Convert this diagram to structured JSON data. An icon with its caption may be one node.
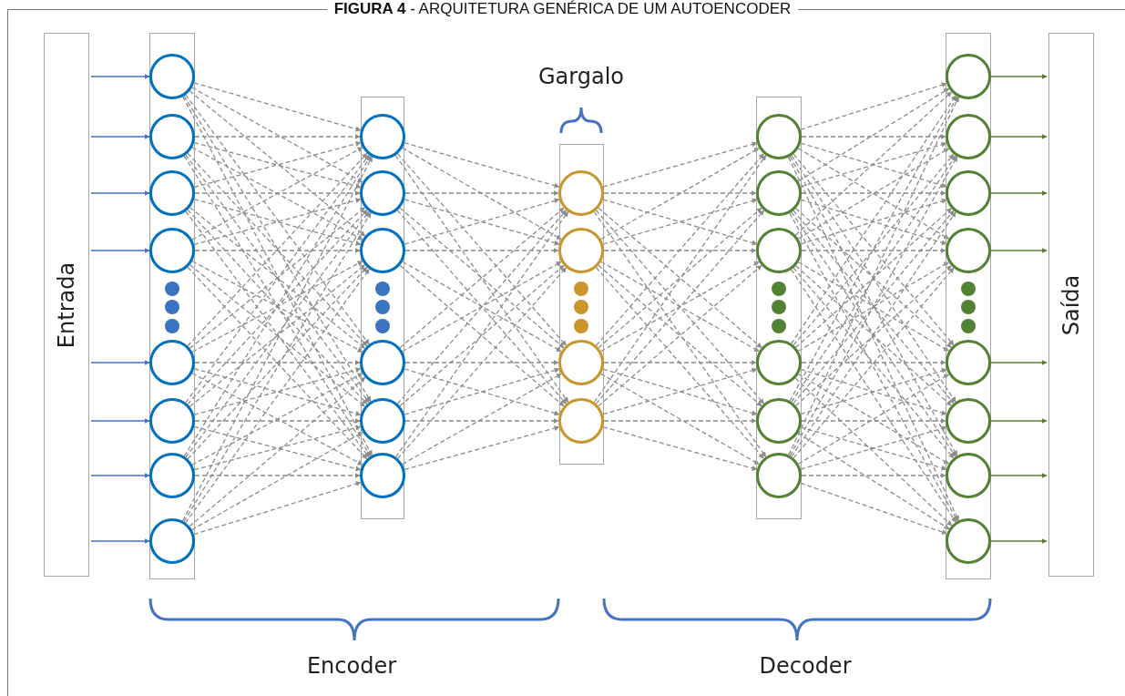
{
  "diagram": {
    "title": "**FIGURA 4** - ARQUITETURA GENÉRICA DE UM AUTOENCODER",
    "nodes": [
      {
        "text": [
          "Entrada"
        ]
      },
      {
        "text": [],
        "shape": "box"
      },
      {
        "text": [],
        "shape": "circle",
        "in": 1
      },
      {
        "text": [],
        "shape": "circle",
        "in": 1
      },
      {
        "text": [],
        "shape": "circle",
        "in": 1
      },
      {
        "text": [],
        "shape": "circle",
        "in": 1
      },
      {
        "text": [],
        "shape": "circle",
        "in": 1
      },
      {
        "text": [],
        "shape": "circle",
        "in": 1
      },
      {
        "text": [],
        "shape": "circle",
        "in": 1
      },
      {
        "text": [],
        "shape": "circle",
        "in": 1
      },
      {
        "text": [],
        "shape": "box"
      },
      {
        "text": [],
        "shape": "circle",
        "in": 10
      },
      {
        "text": [],
        "shape": "circle",
        "in": 10
      },
      {
        "text": [],
        "shape": "circle",
        "in": 10
      },
      {
        "text": [],
        "shape": "circle",
        "in": 10
      },
      {
        "text": [],
        "shape": "circle",
        "in": 10
      },
      {
        "text": [],
        "shape": "circle",
        "in": 10
      },
      {
        "text": [],
        "shape": "box"
      },
      {
        "text": [],
        "shape": "circle",
        "in": 17
      },
      {
        "text": [],
        "shape": "circle",
        "in": 17
      },
      {
        "text": [],
        "shape": "circle",
        "in": 17
      },
      {
        "text": [],
        "shape": "circle",
        "in": 17
      },
      {
        "text": [],
        "shape": "box"
      },
      {
        "text": [],
        "shape": "circle",
        "in": 22
      },
      {
        "text": [],
        "shape": "circle",
        "in": 22
      },
      {
        "text": [],
        "shape": "circle",
        "in": 22
      },
      {
        "text": [],
        "shape": "circle",
        "in": 22
      },
      {
        "text": [],
        "shape": "circle",
        "in": 22
      },
      {
        "text": [],
        "shape": "circle",
        "in": 22
      },
      {
        "text": [],
        "shape": "box"
      },
      {
        "text": [],
        "shape": "circle",
        "in": 29
      },
      {
        "text": [],
        "shape": "circle",
        "in": 29
      },
      {
        "text": [],
        "shape": "circle",
        "in": 29
      },
      {
        "text": [],
        "shape": "circle",
        "in": 29
      },
      {
        "text": [],
        "shape": "circle",
        "in": 29
      },
      {
        "text": [],
        "shape": "circle",
        "in": 29
      },
      {
        "text": [],
        "shape": "circle",
        "in": 29
      },
      {
        "text": [],
        "shape": "circle",
        "in": 29
      },
      {
        "text": [
          "Saída"
        ]
      }
    ],
    "edges": [
      {
        "from": 0,
        "to": 2,
        "arrow": "to",
        "color": "#4472c4"
      },
      {
        "from": 0,
        "to": 3,
        "arrow": "to",
        "color": "#4472c4"
      },
      {
        "from": 0,
        "to": 4,
        "arrow": "to",
        "color": "#4472c4"
      },
      {
        "from": 0,
        "to": 5,
        "arrow": "to",
        "color": "#4472c4"
      },
      {
        "from": 0,
        "to": 6,
        "arrow": "to",
        "color": "#4472c4"
      },
      {
        "from": 0,
        "to": 7,
        "arrow": "to",
        "color": "#4472c4"
      },
      {
        "from": 0,
        "to": 8,
        "arrow": "to",
        "color": "#4472c4"
      },
      {
        "from": 0,
        "to": 9,
        "arrow": "to",
        "color": "#4472c4"
      },
      {
        "from": 2,
        "to": 11,
        "arrow": "to",
        "style": "dashed"
      },
      {
        "from": 2,
        "to": 12,
        "arrow": "to",
        "style": "dashed"
      },
      {
        "from": 2,
        "to": 13,
        "arrow": "to",
        "style": "dashed"
      },
      {
        "from": 2,
        "to": 14,
        "arrow": "to",
        "style": "dashed"
      },
      {
        "from": 2,
        "to": 15,
        "arrow": "to",
        "style": "dashed"
      },
      {
        "from": 2,
        "to": 16,
        "arrow": "to",
        "style": "dashed"
      },
      {
        "from": 3,
        "to": 11,
        "arrow": "to",
        "style": "dashed"
      },
      {
        "from": 3,
        "to": 12,
        "arrow": "to",
        "style": "dashed"
      },
      {
        "from": 3,
        "to": 13,
        "arrow": "to",
        "style": "dashed"
      },
      {
        "from": 3,
        "to": 14,
        "arrow": "to",
        "style": "dashed"
      },
      {
        "from": 3,
        "to": 15,
        "arrow": "to",
        "style": "dashed"
      },
      {
        "from": 3,
        "to": 16,
        "arrow": "to",
        "style": "dashed"
      },
      {
        "from": 4,
        "to": 11,
        "arrow": "to",
        "style": "dashed"
      },
      {
        "from": 4,
        "to": 12,
        "arrow": "to",
        "style": "dashed"
      },
      {
        "from": 4,
        "to": 13,
        "arrow": "to",
        "style": "dashed"
      },
      {
        "from": 4,
        "to": 14,
        "arrow": "to",
        "style": "dashed"
      },
      {
        "from": 4,
        "to": 15,
        "arrow": "to",
        "style": "dashed"
      },
      {
        "from": 4,
        "to": 16,
        "arrow": "to",
        "style": "dashed"
      },
      {
        "from": 5,
        "to": 11,
        "arrow": "to",
        "style": "dashed"
      },
      {
        "from": 5,
        "to": 12,
        "arrow": "to",
        "style": "dashed"
      },
      {
        "from": 5,
        "to": 13,
        "arrow": "to",
        "style": "dashed"
      },
      {
        "from": 5,
        "to": 14,
        "arrow": "to",
        "style": "dashed"
      },
      {
        "from": 5,
        "to": 15,
        "arrow": "to",
        "style": "dashed"
      },
      {
        "from": 5,
        "to": 16,
        "arrow": "to",
        "style": "dashed"
      },
      {
        "from": 6,
        "to": 11,
        "arrow": "to",
        "style": "dashed"
      },
      {
        "from": 6,
        "to": 12,
        "arrow": "to",
        "style": "dashed"
      },
      {
        "from": 6,
        "to": 13,
        "arrow": "to",
        "style": "dashed"
      },
      {
        "from": 6,
        "to": 14,
        "arrow": "to",
        "style": "dashed"
      },
      {
        "from": 6,
        "to": 15,
        "arrow": "to",
        "style": "dashed"
      },
      {
        "from": 6,
        "to": 16,
        "arrow": "to",
        "style": "dashed"
      },
      {
        "from": 7,
        "to": 11,
        "arrow": "to",
        "style": "dashed"
      },
      {
        "from": 7,
        "to": 12,
        "arrow": "to",
        "style": "dashed"
      },
      {
        "from": 7,
        "to": 13,
        "arrow": "to",
        "style": "dashed"
      },
      {
        "from": 7,
        "to": 14,
        "arrow": "to",
        "style": "dashed"
      },
      {
        "from": 7,
        "to": 15,
        "arrow": "to",
        "style": "dashed"
      },
      {
        "from": 7,
        "to": 16,
        "arrow": "to",
        "style": "dashed"
      },
      {
        "from": 8,
        "to": 11,
        "arrow": "to",
        "style": "dashed"
      },
      {
        "from": 8,
        "to": 12,
        "arrow": "to",
        "style": "dashed"
      },
      {
        "from": 8,
        "to": 13,
        "arrow": "to",
        "style": "dashed"
      },
      {
        "from": 8,
        "to": 14,
        "arrow": "to",
        "style": "dashed"
      },
      {
        "from": 8,
        "to": 15,
        "arrow": "to",
        "style": "dashed"
      },
      {
        "from": 8,
        "to": 16,
        "arrow": "to",
        "style": "dashed"
      },
      {
        "from": 9,
        "to": 11,
        "arrow": "to",
        "style": "dashed"
      },
      {
        "from": 9,
        "to": 12,
        "arrow": "to",
        "style": "dashed"
      },
      {
        "from": 9,
        "to": 13,
        "arrow": "to",
        "style": "dashed"
      },
      {
        "from": 9,
        "to": 14,
        "arrow": "to",
        "style": "dashed"
      },
      {
        "from": 9,
        "to": 15,
        "arrow": "to",
        "style": "dashed"
      },
      {
        "from": 9,
        "to": 16,
        "arrow": "to",
        "style": "dashed"
      },
      {
        "from": 11,
        "to": 18,
        "arrow": "to",
        "style": "dashed"
      },
      {
        "from": 11,
        "to": 19,
        "arrow": "to",
        "style": "dashed"
      },
      {
        "from": 11,
        "to": 20,
        "arrow": "to",
        "style": "dashed"
      },
      {
        "from": 11,
        "to": 21,
        "arrow": "to",
        "style": "dashed"
      },
      {
        "from": 12,
        "to": 18,
        "arrow": "to",
        "style": "dashed"
      },
      {
        "from": 12,
        "to": 19,
        "arrow": "to",
        "style": "dashed"
      },
      {
        "from": 12,
        "to": 20,
        "arrow": "to",
        "style": "dashed"
      },
      {
        "from": 12,
        "to": 21,
        "arrow": "to",
        "style": "dashed"
      },
      {
        "from": 13,
        "to": 18,
        "arrow": "to",
        "style": "dashed"
      },
      {
        "from": 13,
        "to": 19,
        "arrow": "to",
        "style": "dashed"
      },
      {
        "from": 13,
        "to": 20,
        "arrow": "to",
        "style": "dashed"
      },
      {
        "from": 13,
        "to": 21,
        "arrow": "to",
        "style": "dashed"
      },
      {
        "from": 14,
        "to": 18,
        "arrow": "to",
        "style": "dashed"
      },
      {
        "from": 14,
        "to": 19,
        "arrow": "to",
        "style": "dashed"
      },
      {
        "from": 14,
        "to": 20,
        "arrow": "to",
        "style": "dashed"
      },
      {
        "from": 14,
        "to": 21,
        "arrow": "to",
        "style": "dashed"
      },
      {
        "from": 15,
        "to": 18,
        "arrow": "to",
        "style": "dashed"
      },
      {
        "from": 15,
        "to": 19,
        "arrow": "to",
        "style": "dashed"
      },
      {
        "from": 15,
        "to": 20,
        "arrow": "to",
        "style": "dashed"
      },
      {
        "from": 15,
        "to": 21,
        "arrow": "to",
        "style": "dashed"
      },
      {
        "from": 16,
        "to": 18,
        "arrow": "to",
        "style": "dashed"
      },
      {
        "from": 16,
        "to": 19,
        "arrow": "to",
        "style": "dashed"
      },
      {
        "from": 16,
        "to": 20,
        "arrow": "to",
        "style": "dashed"
      },
      {
        "from": 16,
        "to": 21,
        "arrow": "to",
        "style": "dashed"
      },
      {
        "from": 18,
        "to": 23,
        "arrow": "to",
        "style": "dashed"
      },
      {
        "from": 18,
        "to": 24,
        "arrow": "to",
        "style": "dashed"
      },
      {
        "from": 18,
        "to": 25,
        "arrow": "to",
        "style": "dashed"
      },
      {
        "from": 18,
        "to": 26,
        "arrow": "to",
        "style": "dashed"
      },
      {
        "from": 18,
        "to": 27,
        "arrow": "to",
        "style": "dashed"
      },
      {
        "from": 18,
        "to": 28,
        "arrow": "to",
        "style": "dashed"
      },
      {
        "from": 19,
        "to": 23,
        "arrow": "to",
        "style": "dashed"
      },
      {
        "from": 19,
        "to": 24,
        "arrow": "to",
        "style": "dashed"
      },
      {
        "from": 19,
        "to": 25,
        "arrow": "to",
        "style": "dashed"
      },
      {
        "from": 19,
        "to": 26,
        "arrow": "to",
        "style": "dashed"
      },
      {
        "from": 19,
        "to": 27,
        "arrow": "to",
        "style": "dashed"
      },
      {
        "from": 19,
        "to": 28,
        "arrow": "to",
        "style": "dashed"
      },
      {
        "from": 20,
        "to": 23,
        "arrow": "to",
        "style": "dashed"
      },
      {
        "from": 20,
        "to": 24,
        "arrow": "to",
        "style": "dashed"
      },
      {
        "from": 20,
        "to": 25,
        "arrow": "to",
        "style": "dashed"
      },
      {
        "from": 20,
        "to": 26,
        "arrow": "to",
        "style": "dashed"
      },
      {
        "from": 20,
        "to": 27,
        "arrow": "to",
        "style": "dashed"
      },
      {
        "from": 20,
        "to": 28,
        "arrow": "to",
        "style": "dashed"
      },
      {
        "from": 21,
        "to": 23,
        "arrow": "to",
        "style": "dashed"
      },
      {
        "from": 21,
        "to": 24,
        "arrow": "to",
        "style": "dashed"
      },
      {
        "from": 21,
        "to": 25,
        "arrow": "to",
        "style": "dashed"
      },
      {
        "from": 21,
        "to": 26,
        "arrow": "to",
        "style": "dashed"
      },
      {
        "from": 21,
        "to": 27,
        "arrow": "to",
        "style": "dashed"
      },
      {
        "from": 21,
        "to": 28,
        "arrow": "to",
        "style": "dashed"
      },
      {
        "from": 23,
        "to": 30,
        "arrow": "to",
        "style": "dashed"
      },
      {
        "from": 23,
        "to": 31,
        "arrow": "to",
        "style": "dashed"
      },
      {
        "from": 23,
        "to": 32,
        "arrow": "to",
        "style": "dashed"
      },
      {
        "from": 23,
        "to": 33,
        "arrow": "to",
        "style": "dashed"
      },
      {
        "from": 23,
        "to": 34,
        "arrow": "to",
        "style": "dashed"
      },
      {
        "from": 23,
        "to": 35,
        "arrow": "to",
        "style": "dashed"
      },
      {
        "from": 23,
        "to": 36,
        "arrow": "to",
        "style": "dashed"
      },
      {
        "from": 23,
        "to": 37,
        "arrow": "to",
        "style": "dashed"
      },
      {
        "from": 24,
        "to": 30,
        "arrow": "to",
        "style": "dashed"
      },
      {
        "from": 24,
        "to": 31,
        "arrow": "to",
        "style": "dashed"
      },
      {
        "from": 24,
        "to": 32,
        "arrow": "to",
        "style": "dashed"
      },
      {
        "from": 24,
        "to": 33,
        "arrow": "to",
        "style": "dashed"
      },
      {
        "from": 24,
        "to": 34,
        "arrow": "to",
        "style": "dashed"
      },
      {
        "from": 24,
        "to": 35,
        "arrow": "to",
        "style": "dashed"
      },
      {
        "from": 24,
        "to": 36,
        "arrow": "to",
        "style": "dashed"
      },
      {
        "from": 24,
        "to": 37,
        "arrow": "to",
        "style": "dashed"
      },
      {
        "from": 25,
        "to": 30,
        "arrow": "to",
        "style": "dashed"
      },
      {
        "from": 25,
        "to": 31,
        "arrow": "to",
        "style": "dashed"
      },
      {
        "from": 25,
        "to": 32,
        "arrow": "to",
        "style": "dashed"
      },
      {
        "from": 25,
        "to": 33,
        "arrow": "to",
        "style": "dashed"
      },
      {
        "from": 25,
        "to": 34,
        "arrow": "to",
        "style": "dashed"
      },
      {
        "from": 25,
        "to": 35,
        "arrow": "to",
        "style": "dashed"
      },
      {
        "from": 25,
        "to": 36,
        "arrow": "to",
        "style": "dashed"
      },
      {
        "from": 25,
        "to": 37,
        "arrow": "to",
        "style": "dashed"
      },
      {
        "from": 26,
        "to": 30,
        "arrow": "to",
        "style": "dashed"
      },
      {
        "from": 26,
        "to": 31,
        "arrow": "to",
        "style": "dashed"
      },
      {
        "from": 26,
        "to": 32,
        "arrow": "to",
        "style": "dashed"
      },
      {
        "from": 26,
        "to": 33,
        "arrow": "to",
        "style": "dashed"
      },
      {
        "from": 26,
        "to": 34,
        "arrow": "to",
        "style": "dashed"
      },
      {
        "from": 26,
        "to": 35,
        "arrow": "to",
        "style": "dashed"
      },
      {
        "from": 26,
        "to": 36,
        "arrow": "to",
        "style": "dashed"
      },
      {
        "from": 26,
        "to": 37,
        "arrow": "to",
        "style": "dashed"
      },
      {
        "from": 27,
        "to": 30,
        "arrow": "to",
        "style": "dashed"
      },
      {
        "from": 27,
        "to": 31,
        "arrow": "to",
        "style": "dashed"
      },
      {
        "from": 27,
        "to": 32,
        "arrow": "to",
        "style": "dashed"
      },
      {
        "from": 27,
        "to": 33,
        "arrow": "to",
        "style": "dashed"
      },
      {
        "from": 27,
        "to": 34,
        "arrow": "to",
        "style": "dashed"
      },
      {
        "from": 27,
        "to": 35,
        "arrow": "to",
        "style": "dashed"
      },
      {
        "from": 27,
        "to": 36,
        "arrow": "to",
        "style": "dashed"
      },
      {
        "from": 27,
        "to": 37,
        "arrow": "to",
        "style": "dashed"
      },
      {
        "from": 28,
        "to": 30,
        "arrow": "to",
        "style": "dashed"
      },
      {
        "from": 28,
        "to": 31,
        "arrow": "to",
        "style": "dashed"
      },
      {
        "from": 28,
        "to": 32,
        "arrow": "to",
        "style": "dashed"
      },
      {
        "from": 28,
        "to": 33,
        "arrow": "to",
        "style": "dashed"
      },
      {
        "from": 28,
        "to": 34,
        "arrow": "to",
        "style": "dashed"
      },
      {
        "from": 28,
        "to": 35,
        "arrow": "to",
        "style": "dashed"
      },
      {
        "from": 28,
        "to": 36,
        "arrow": "to",
        "style": "dashed"
      },
      {
        "from": 28,
        "to": 37,
        "arrow": "to",
        "style": "dashed"
      },
      {
        "from": 30,
        "to": 38,
        "arrow": "to",
        "color": "#548235"
      },
      {
        "from": 31,
        "to": 38,
        "arrow": "to",
        "color": "#548235"
      },
      {
        "from": 32,
        "to": 38,
        "arrow": "to",
        "color": "#548235"
      },
      {
        "from": 33,
        "to": 38,
        "arrow": "to",
        "color": "#548235"
      },
      {
        "from": 34,
        "to": 38,
        "arrow": "to",
        "color": "#548235"
      },
      {
        "from": 35,
        "to": 38,
        "arrow": "to",
        "color": "#548235"
      },
      {
        "from": 36,
        "to": 38,
        "arrow": "to",
        "color": "#548235"
      },
      {
        "from": 37,
        "to": 38,
        "arrow": "to",
        "color": "#548235"
      }
    ],
    "labels": [
      "Gargalo",
      "Encoder",
      "Decoder"
    ]
  }
}
